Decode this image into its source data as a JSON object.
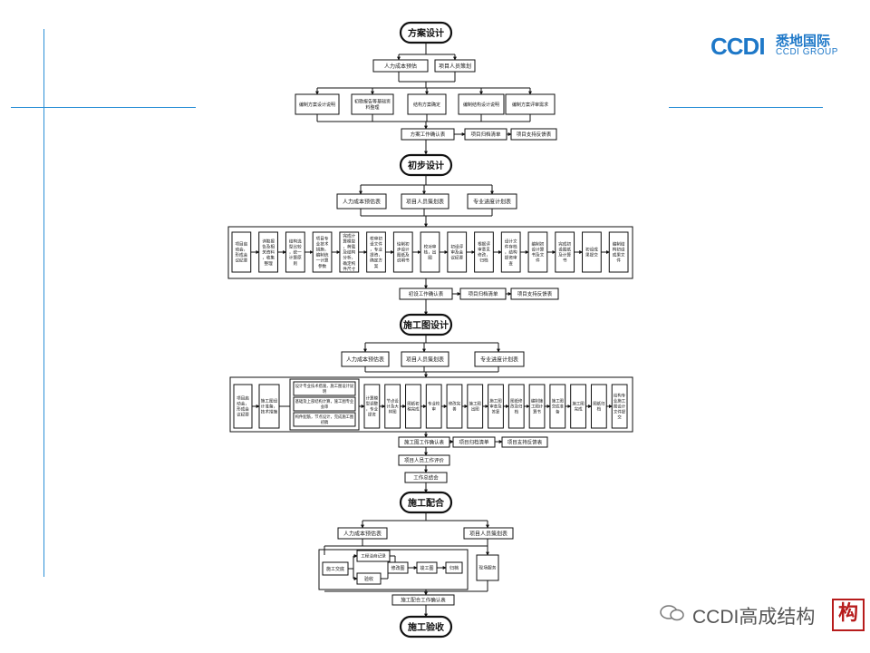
{
  "brand": {
    "mark": "CCDI",
    "name_cn": "悉地国际",
    "name_en": "CCDI GROUP"
  },
  "watermark": {
    "text": "CCDI高成结构",
    "seal": "构"
  },
  "colors": {
    "accent": "#2a8fd6",
    "brand": "#1e78c8",
    "stroke": "#111111"
  },
  "flow": {
    "s1": {
      "title": "方案设计",
      "inputs": [
        "人力成本预估",
        "项目人员策划"
      ],
      "steps": [
        "编制方案设计说明",
        "初勘报告等基础资料整理",
        "结构方案确定",
        "编制结构设计说明",
        "编制方案评审需求"
      ],
      "outputs": [
        "方案工作确认表",
        "项目归档清单",
        "项目支持反馈表"
      ]
    },
    "s2": {
      "title": "初步设计",
      "inputs": [
        "人力成本预估表",
        "项目人员策划表",
        "专业进度计划表"
      ],
      "steps": [
        "项目启动会，形成会议纪要",
        "详勘报告及相关资料，收集整理",
        "结构选型比较，统一计算原则",
        "项目专业技术措施，编制统一计算参数",
        "完成计算模型，荷载及结构分析，确定构件尺寸",
        "校审初设文件，专业提资，确定方案",
        "绘制初步设计图纸及说明书",
        "校对审核，出图",
        "初设评审及会议纪要",
        "根据评审意见修改，归档",
        "设计文件存档，结构提资审查",
        "编制初设计算书及文件",
        "完成初设图纸及计算书",
        "初设成果提交",
        "编制结构初设成果文件"
      ],
      "outputs": [
        "初设工作确认表",
        "项目归档清单",
        "项目支持反馈表"
      ]
    },
    "s3": {
      "title": "施工图设计",
      "inputs": [
        "人力成本预估表",
        "项目人员策划表",
        "专业进度计划表"
      ],
      "steps": [
        "项目启动会，形成会议纪要",
        "施工图设计准备，技术措施",
        "计算模型调整，专业提资",
        "节点设计及大样图",
        "图纸初稿完成",
        "专业校审",
        "修改完善",
        "施工图出图",
        "施工图审查及答复",
        "图纸修改及归档",
        "编制施工图计算书",
        "施工图交底准备",
        "施工图完成",
        "图纸归档",
        "结构专业施工图设计文件提交"
      ],
      "sub": [
        "设计专业技术措施，施工图设计说明",
        "基础及上部结构计算，施工图专业会审",
        "构件配筋，节点设计，完成施工图初稿"
      ],
      "outputs": [
        "施工图工作确认表",
        "项目归档清单",
        "项目支持反馈表"
      ],
      "after": [
        "项目人员工作评价",
        "工作总结会"
      ]
    },
    "s4": {
      "title": "施工配合",
      "inputs": [
        "人力成本预估表",
        "项目人员策划表"
      ],
      "steps": [
        "施工交底",
        "工程洽商记录",
        "验收",
        "修改图",
        "竣工图",
        "归档",
        "现场服务"
      ],
      "outputs": [
        "施工配合工作确认表"
      ]
    },
    "s5": {
      "title": "施工验收"
    }
  }
}
